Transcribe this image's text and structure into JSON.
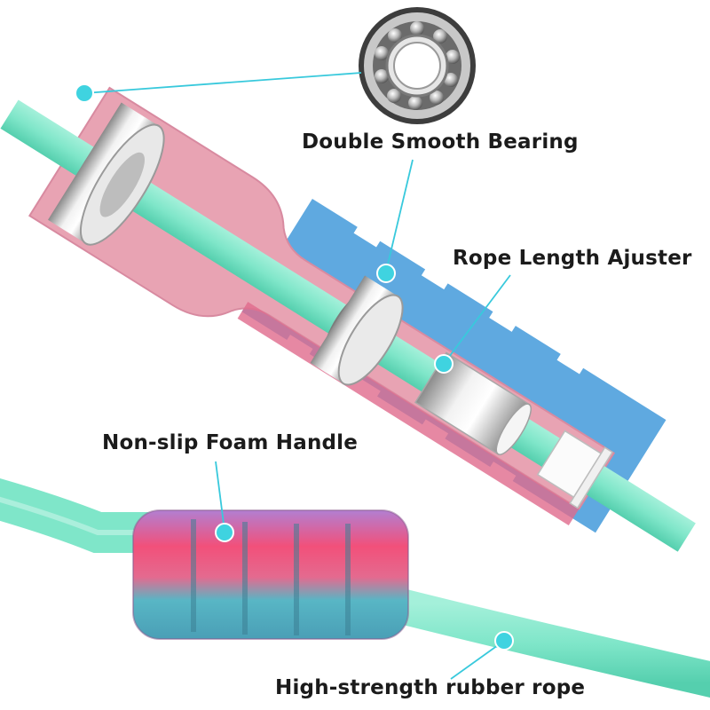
{
  "labels": {
    "bearing": "Double Smooth Bearing",
    "adjuster": "Rope Length Ajuster",
    "handle": "Non-slip Foam Handle",
    "rope": "High-strength rubber rope"
  },
  "colors": {
    "rope": "#7fe6c9",
    "rope_dark": "#4fcfac",
    "foam_pink": "#e8a3b3",
    "foam_blue": "#5fa9e0",
    "handle_red": "#ef4f72",
    "handle_teal": "#59b6c4",
    "handle_purple": "#a980c9",
    "metal": "#cfcfcf",
    "callout_dot": "#3fd3e0",
    "callout_line": "#38c9dc"
  }
}
